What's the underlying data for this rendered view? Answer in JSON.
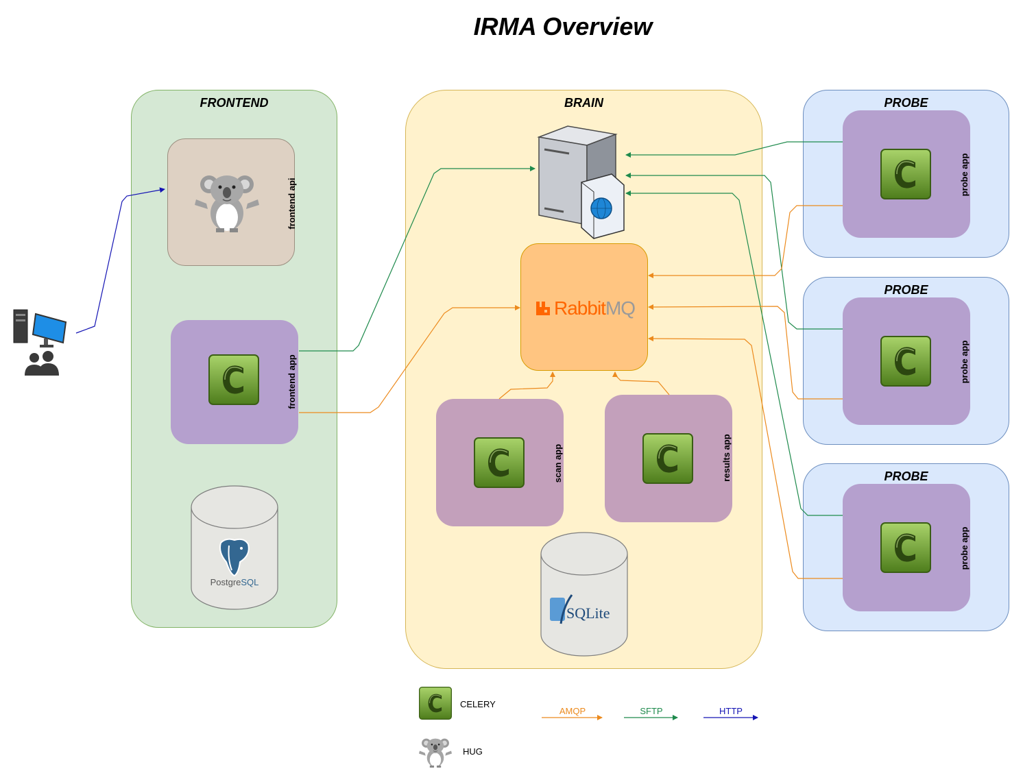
{
  "title": "IRMA Overview",
  "groups": {
    "frontend": "FRONTEND",
    "brain": "BRAIN",
    "probe": "PROBE"
  },
  "nodes": {
    "frontend_api": "frontend api",
    "frontend_app": "frontend app",
    "scan_app": "scan app",
    "results_app": "results app",
    "probe_app": "probe app",
    "rabbitmq_logo": "RabbitMQ",
    "postgres_logo": "PostgreSQL",
    "sqlite_logo": "SQLite"
  },
  "legend": {
    "celery": "CELERY",
    "hug": "HUG",
    "amqp": "AMQP",
    "sftp": "SFTP",
    "http": "HTTP"
  },
  "colors": {
    "amqp": "#ec8a1d",
    "sftp": "#1e8a4c",
    "http": "#1414b4",
    "frontend_fill": "#d5e8d4",
    "brain_fill": "#fff2cc",
    "probe_fill": "#dae8fc"
  }
}
